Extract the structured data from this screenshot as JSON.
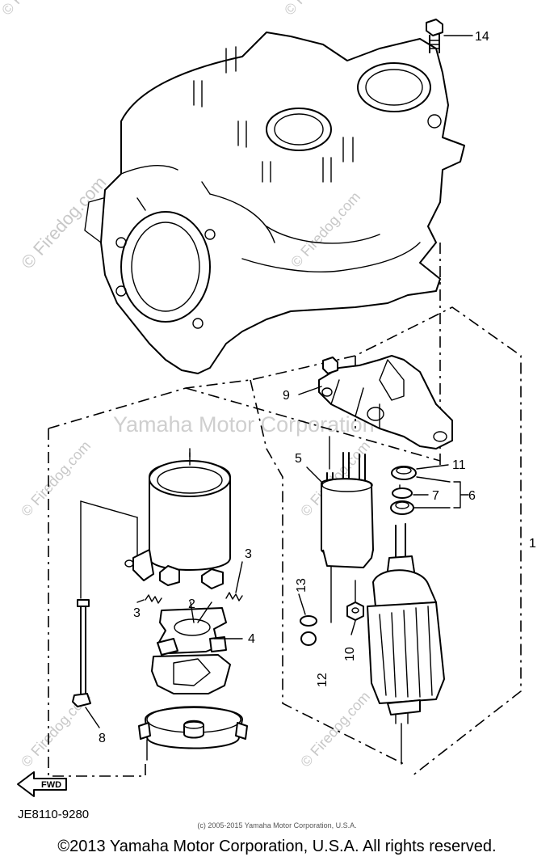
{
  "callouts": {
    "c1": "1",
    "c2": "2",
    "c3a": "3",
    "c3b": "3",
    "c4": "4",
    "c5": "5",
    "c6": "6",
    "c7": "7",
    "c8": "8",
    "c9": "9",
    "c10": "10",
    "c11": "11",
    "c12": "12",
    "c13": "13",
    "c14": "14"
  },
  "fwd_label": "FWD",
  "diagram_code": "JE8110-9280",
  "watermarks": {
    "firedog": "© Firedog.com",
    "yamaha": "Yamaha Motor Corporation"
  },
  "small_copyright": "(c) 2005-2015 Yamaha Motor Corporation, U.S.A.",
  "copyright": "©2013 Yamaha Motor Corporation, U.S.A. All rights reserved."
}
